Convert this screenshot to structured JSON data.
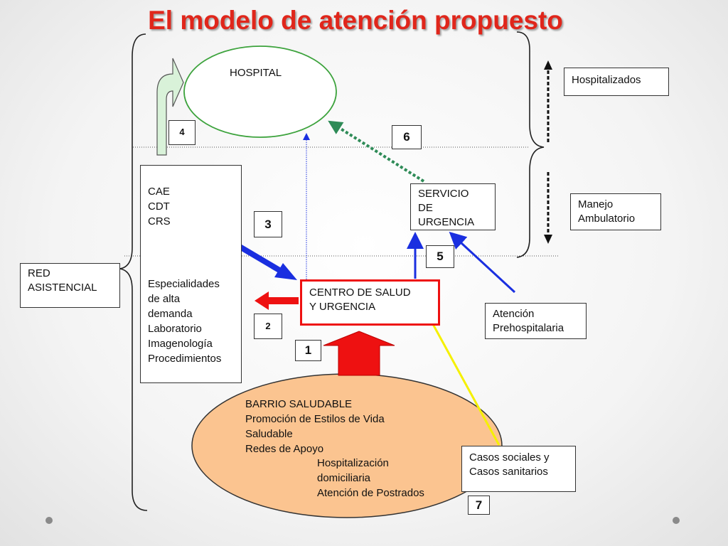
{
  "slide_title": "El modelo de atención propuesto",
  "hospital": "HOSPITAL",
  "red_asistencial": "RED\nASISTENCIAL",
  "hospitalizados": "Hospitalizados",
  "manejo_ambulatorio": "Manejo\nAmbulatorio",
  "cae_box": {
    "top": "CAE\nCDT\nCRS",
    "bottom": "Especialidades\nde alta\ndemanda\nLaboratorio\nImagenología\nProcedimientos"
  },
  "servicio_urgencia": "SERVICIO\nDE\nURGENCIA",
  "centro_salud": "CENTRO DE SALUD\nY URGENCIA",
  "atencion_prehospitalaria": "Atención\nPrehospitalaria",
  "barrio": {
    "lines": "BARRIO SALUDABLE\nPromoción de Estilos de Vida\nSaludable\nRedes de Apoyo",
    "sublines": "Hospitalización\ndomiciliaria\nAtención de Postrados"
  },
  "casos": "Casos sociales y\nCasos  sanitarios",
  "numbers": {
    "n1": "1",
    "n2": "2",
    "n3": "3",
    "n4": "4",
    "n5": "5",
    "n6": "6",
    "n7": "7"
  },
  "colors": {
    "title": "#e0261b",
    "red": "#ee1111",
    "blue": "#1a2fe0",
    "green": "#2e8b57",
    "orange_fill": "#fbc490",
    "yellow": "#f5f000",
    "light_green": "#d9f2d9"
  }
}
